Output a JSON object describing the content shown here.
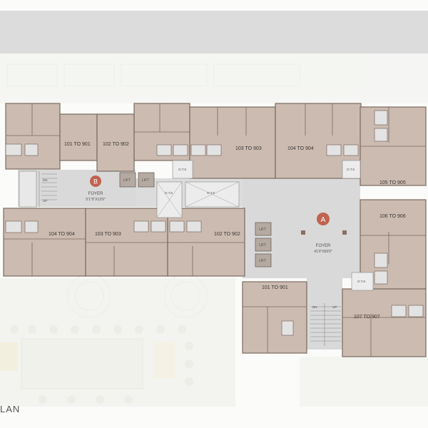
{
  "plan": {
    "caption": "LAN",
    "units": {
      "u_101a": "101 TO 901",
      "u_102a": "102 TO 902",
      "u_103a": "103 TO 903",
      "u_104a": "104 TO 904",
      "u_105": "105 TO 905",
      "u_106": "106 TO 906",
      "u_104b": "104 TO 904",
      "u_103b": "103 TO 903",
      "u_102b": "102 TO 902",
      "u_101b": "101 TO 901",
      "u_107": "107 TO 907"
    },
    "foyer_b": {
      "badge": "B",
      "title": "FOYER",
      "size": "5'1\"0\"X13'9\""
    },
    "foyer_a": {
      "badge": "A",
      "title": "FOYER",
      "size": "41'0\"X50'0\""
    },
    "lift_label": "LIFT",
    "ots_label": "O.T.S",
    "stair_up": "UP",
    "stair_dn": "DN",
    "colors": {
      "unit": "#cbbbb0",
      "wall": "#7a6a60",
      "foyer": "#d9d9d9",
      "badge": "#c0634f",
      "site": "#eeefe9"
    }
  }
}
